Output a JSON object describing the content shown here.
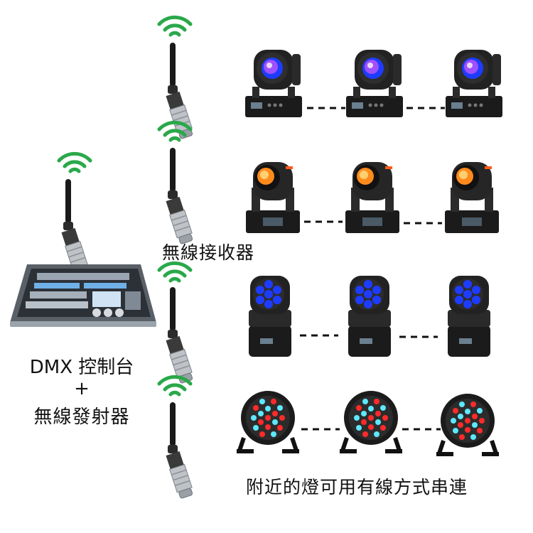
{
  "labels": {
    "receiver": "無線接收器",
    "console": "DMX 控制台",
    "plus": "+",
    "transmitter": "無線發射器",
    "chain_note": "附近的燈可用有線方式串連"
  },
  "colors": {
    "wifi_signal": "#2aa84a",
    "light_cyan": "#5ee8ff",
    "light_blue": "#1e3cff",
    "light_red": "#ff2b2b",
    "light_amber": "#ff8a1c",
    "fixture_body": "#1b1b1b"
  },
  "icons": {
    "signal": "wifi-signal-icon",
    "antenna": "antenna-receiver-icon",
    "console": "dmx-console-icon",
    "fixture_rows": [
      "moving-head-spot-icon",
      "moving-head-beam-icon",
      "moving-head-wash-icon",
      "par-light-icon"
    ]
  }
}
